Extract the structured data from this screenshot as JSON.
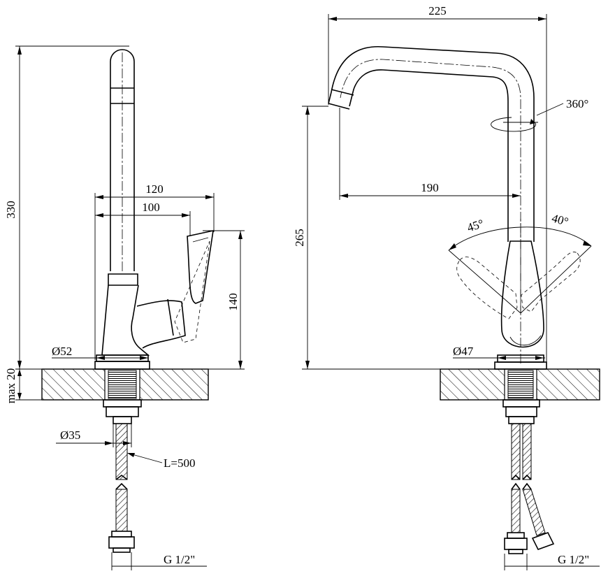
{
  "side_view": {
    "dim_height_total": "330",
    "dim_width_outer": "120",
    "dim_width_inner": "100",
    "dim_handle_height": "140",
    "dim_base_diameter": "Ø52",
    "dim_counter_thickness": "max 20",
    "dim_shank_diameter": "Ø35",
    "hose_length": "L=500",
    "thread": "G 1/2\""
  },
  "front_view": {
    "dim_width_total": "225",
    "dim_spout_reach": "190",
    "dim_height": "265",
    "rotation": "360°",
    "lever_angle_left": "45°",
    "lever_angle_right": "40°",
    "dim_base_diameter": "Ø47",
    "thread": "G 1/2\""
  }
}
